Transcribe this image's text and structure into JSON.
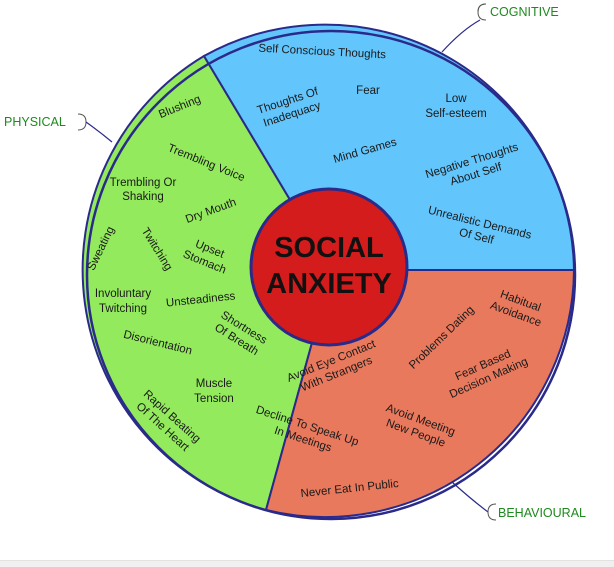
{
  "colors": {
    "physical": "#93ea5c",
    "cognitive": "#62c5fb",
    "behavioural": "#e9795d",
    "center": "#d41c1c",
    "outline": "#2a2a8a",
    "category_text": "#1d8a1d"
  },
  "center": {
    "line1": "SOCIAL",
    "line2": "ANXIETY"
  },
  "categories": {
    "cognitive": "COGNITIVE",
    "physical": "PHYSICAL",
    "behavioural": "BEHAVIOURAL"
  },
  "cognitive": {
    "self_conscious": "Self Conscious Thoughts",
    "thoughts_of_inadequacy": [
      "Thoughts Of",
      "Inadequacy"
    ],
    "fear": "Fear",
    "low_self_esteem": [
      "Low",
      "Self-esteem"
    ],
    "mind_games": "Mind Games",
    "negative_thoughts": [
      "Negative Thoughts",
      "About Self"
    ],
    "unrealistic_demands": [
      "Unrealistic Demands",
      "Of Self"
    ]
  },
  "physical": {
    "blushing": "Blushing",
    "trembling_voice": "Trembling Voice",
    "trembling_shaking": [
      "Trembling Or",
      "Shaking"
    ],
    "dry_mouth": "Dry Mouth",
    "sweating": "Sweating",
    "twitching": "Twitching",
    "upset_stomach": [
      "Upset",
      "Stomach"
    ],
    "involuntary_twitching": [
      "Involuntary",
      "Twitching"
    ],
    "unsteadiness": "Unsteadiness",
    "disorientation": "Disorientation",
    "shortness_of_breath": [
      "Shortness",
      "Of Breath"
    ],
    "muscle_tension": [
      "Muscle",
      "Tension"
    ],
    "rapid_beating": [
      "Rapid Beating",
      "Of The Heart"
    ]
  },
  "behavioural": {
    "habitual_avoidance": [
      "Habitual",
      "Avoidance"
    ],
    "problems_dating": "Problems Dating",
    "avoid_eye_contact": [
      "Avoid Eye Contact",
      "With Strangers"
    ],
    "fear_based": [
      "Fear Based",
      "Decision Making"
    ],
    "decline_to_speak": [
      "Decline To Speak Up",
      "In Meetings"
    ],
    "avoid_meeting": [
      "Avoid Meeting",
      "New People"
    ],
    "never_eat": "Never Eat In Public"
  }
}
